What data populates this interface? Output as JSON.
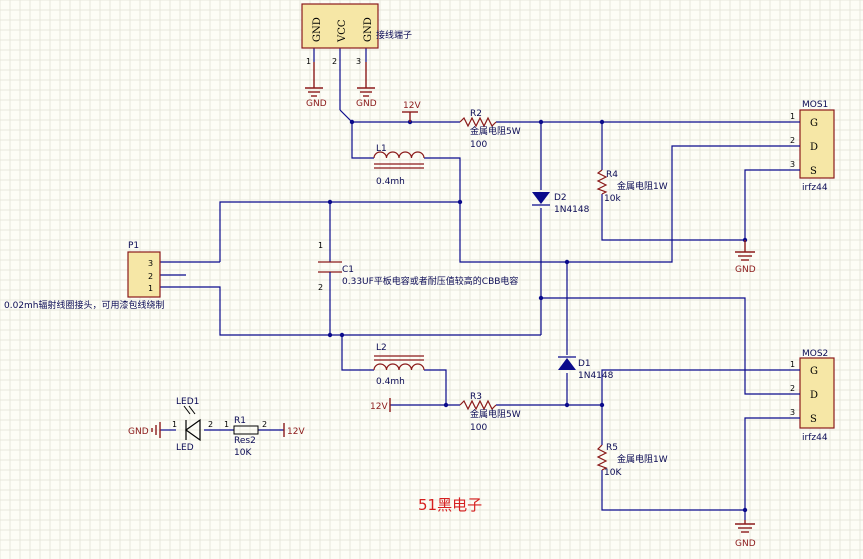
{
  "connector_top": {
    "pins": [
      "GND",
      "VCC",
      "GND"
    ],
    "pin_numbers": [
      "1",
      "2",
      "3"
    ],
    "note": "接线端子"
  },
  "power": {
    "gnd": "GND",
    "v12": "12V"
  },
  "r2": {
    "ref": "R2",
    "desc": "金属电阻5W",
    "value": "100"
  },
  "r3": {
    "ref": "R3",
    "desc": "金属电阻5W",
    "value": "100"
  },
  "r4": {
    "ref": "R4",
    "desc": "金属电阻1W",
    "value": "10k"
  },
  "r5": {
    "ref": "R5",
    "desc": "金属电阻1W",
    "value": "10K"
  },
  "l1": {
    "ref": "L1",
    "value": "0.4mh"
  },
  "l2": {
    "ref": "L2",
    "value": "0.4mh"
  },
  "d1": {
    "ref": "D1",
    "value": "1N4148"
  },
  "d2": {
    "ref": "D2",
    "value": "1N4148"
  },
  "c1": {
    "ref": "C1",
    "desc": "0.33UF平板电容或者耐压值较高的CBB电容",
    "pin1": "1",
    "pin2": "2"
  },
  "mos1": {
    "ref": "MOS1",
    "pins": [
      "G",
      "D",
      "S"
    ],
    "pin_numbers": [
      "1",
      "2",
      "3"
    ],
    "part": "irfz44"
  },
  "mos2": {
    "ref": "MOS2",
    "pins": [
      "G",
      "D",
      "S"
    ],
    "pin_numbers": [
      "1",
      "2",
      "3"
    ],
    "part": "irfz44"
  },
  "p1": {
    "ref": "P1",
    "pin_numbers": [
      "3",
      "2",
      "1"
    ],
    "note": "0.02mh辐射线圈接头，可用漆包线绕制"
  },
  "led1": {
    "ref": "LED1",
    "name": "LED",
    "pin1": "1",
    "pin2": "2"
  },
  "r1": {
    "ref": "R1",
    "part": "Res2",
    "value": "10K",
    "pin1": "1",
    "pin2": "2"
  },
  "watermark": "51黑电子"
}
